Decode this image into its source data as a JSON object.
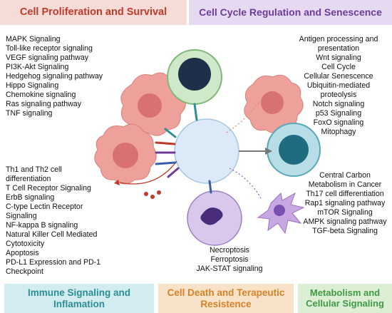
{
  "banners": {
    "proliferation": "Cell Proliferation and Survival",
    "cycle": "Cell Cycle Regulation and Senescence",
    "immune": "Immune Signaling and Inflamation",
    "death": "Cell Death and Terapeutic Resistence",
    "metabolism": "Metabolism and Cellular Signaling"
  },
  "proliferation_pathways": [
    "MAPK Signaling",
    "Toll-like receptor signaling",
    "VEGF signaling pathway",
    "PI3K-Akt Signaling",
    "Hedgehog signaling pathway",
    "Hippo Signaling",
    "Chemokine signaling",
    "Ras signaling pathway",
    "TNF signaling"
  ],
  "cycle_pathways": [
    "Antigen processing and presentation",
    "Wnt signaling",
    "Cell Cycle",
    "Cellular Senescence",
    "Ubiquitin-mediated proteolysis",
    "Notch signaling",
    "p53 Signaling",
    "FoxO signaling",
    "Mitophagy"
  ],
  "immune_pathways": [
    "Th1 and Th2 cell",
    "differentiation",
    "T Cell Receptor Signaling",
    "ErbB signaling",
    "C-type Lectin Receptor",
    "Signaling",
    "NF-kappa B signaling",
    "Natural Killer Cell Mediated",
    "Cytotoxicity",
    "Apoptosis",
    "PD-L1 Expression and PD-1",
    "Checkpoint"
  ],
  "death_pathways": [
    "Necroptosis",
    "Ferroptosis",
    "JAK-STAT signaling"
  ],
  "metabolism_pathways": [
    "Central Carbon Metabolism in Cancer",
    "Th17 cell differentiation",
    "Rap1 signaling pathway",
    "mTOR Signaling",
    "AMPK signaling pathway",
    "TGF-beta Signaling"
  ],
  "colors": {
    "tumor_cell": "#e89a95",
    "tumor_nucleus": "#d46a6a",
    "green_cell": "#cfe8c9",
    "teal_cell": "#b7dde6",
    "purple_cell": "#d9c8ec",
    "dendritic_cell": "#c8a8e3",
    "central_cell": "#dbeaf6"
  }
}
